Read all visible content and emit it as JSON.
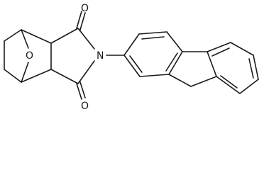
{
  "molecule": {
    "atoms": {
      "bridge_oxygen": "O",
      "imide_nitrogen": "N",
      "carbonyl_oxygen_top": "O",
      "carbonyl_oxygen_bottom": "O"
    }
  }
}
